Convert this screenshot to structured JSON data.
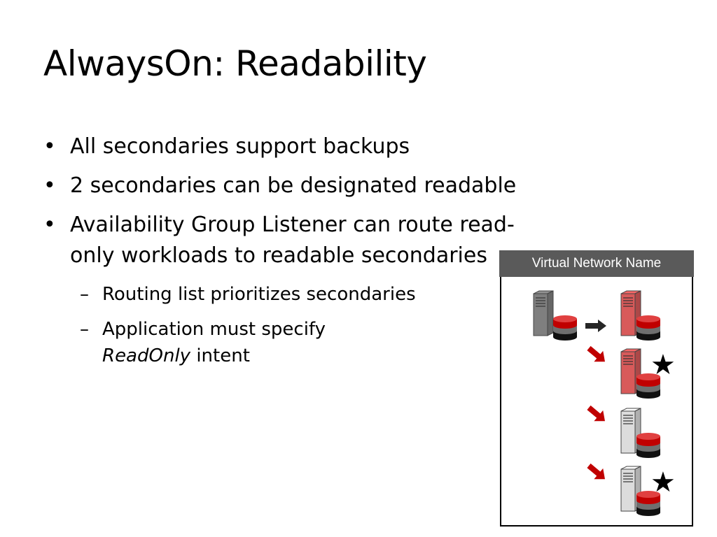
{
  "slide": {
    "title": "AlwaysOn: Readability",
    "bullet_symbol": "•",
    "dash_symbol": "–",
    "bullets": [
      "All secondaries support backups",
      "2 secondaries can be designated readable",
      "Availability Group Listener can route read-only workloads to readable secondaries"
    ],
    "sub_bullets": [
      {
        "text": "Routing list prioritizes secondaries"
      },
      {
        "text_before": "Application must specify",
        "italic": "ReadOnly",
        "text_after": "intent"
      }
    ]
  },
  "diagram": {
    "header": "Virtual Network Name",
    "star_symbol": "★",
    "colors": {
      "primary_server": "#7f7f7f",
      "readable_server": "#d85a5a",
      "secondary_server": "#dcdcdc",
      "db_red": "#c00000",
      "arrow_red": "#c00000",
      "arrow_dark": "#262626"
    },
    "servers": [
      {
        "role": "primary"
      },
      {
        "role": "readable",
        "starred": false
      },
      {
        "role": "readable",
        "starred": true
      },
      {
        "role": "secondary",
        "starred": false
      },
      {
        "role": "secondary",
        "starred": true
      }
    ]
  }
}
